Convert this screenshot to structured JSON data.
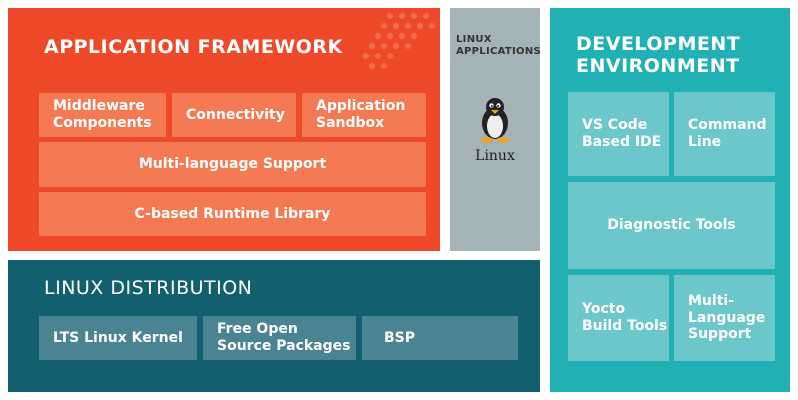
{
  "colors": {
    "framework_bg": "#ee4a2a",
    "framework_box": "#f47a54",
    "linux_apps_bg": "#a4b3b8",
    "distribution_bg": "#12606f",
    "distribution_box": "#4a8493",
    "devenv_bg": "#21b1b5",
    "devenv_box": "#6cc7cb"
  },
  "framework": {
    "title": "APPLICATION FRAMEWORK",
    "row1": [
      "Middleware\nComponents",
      "Connectivity",
      "Application\nSandbox"
    ],
    "multi_language": "Multi-language Support",
    "runtime": "C-based Runtime Library"
  },
  "linux_apps": {
    "title": "LINUX\nAPPLICATIONS",
    "logo_text": "Linux",
    "icon": "tux-penguin-icon"
  },
  "distribution": {
    "title": "LINUX DISTRIBUTION",
    "items": [
      "LTS Linux Kernel",
      "Free Open\nSource Packages",
      "BSP"
    ]
  },
  "devenv": {
    "title": "DEVELOPMENT\nENVIRONMENT",
    "row1": [
      "VS Code\nBased IDE",
      "Command\nLine"
    ],
    "diagnostic": "Diagnostic Tools",
    "row3": [
      "Yocto\nBuild Tools",
      "Multi-\nLanguage\nSupport"
    ]
  }
}
